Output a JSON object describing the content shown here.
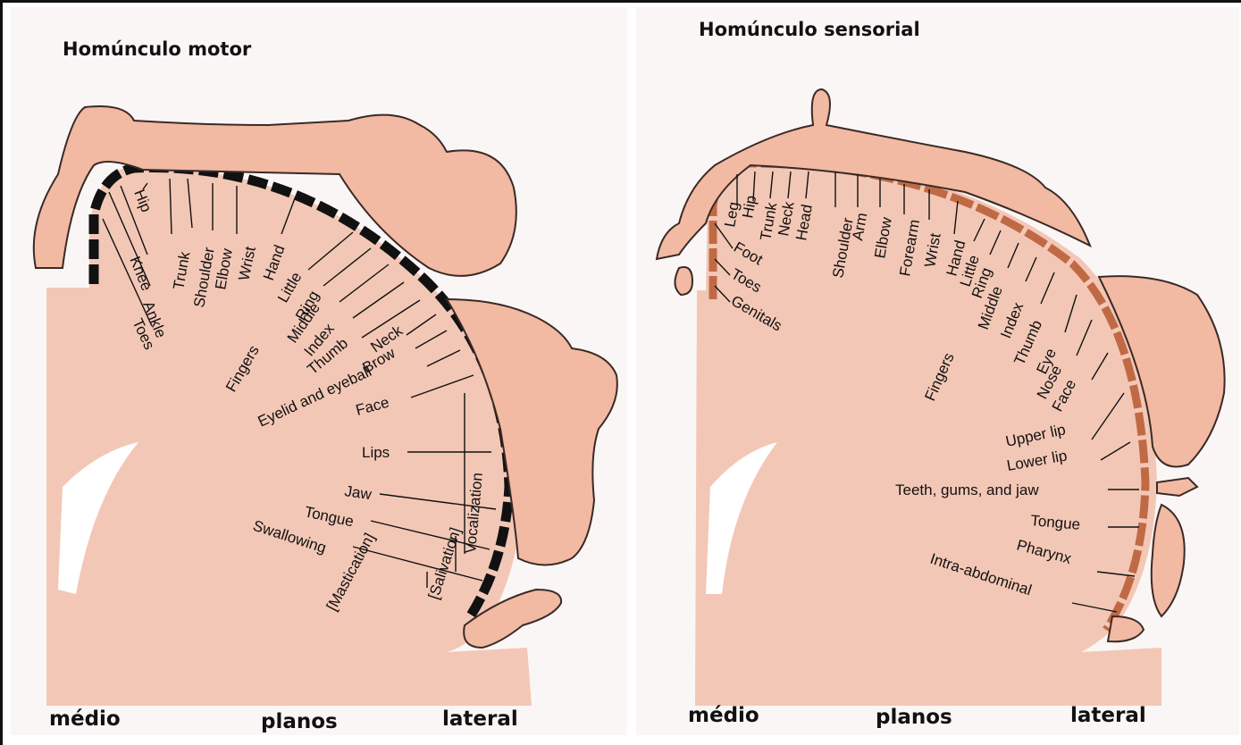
{
  "motor": {
    "title": "Homúnculo motor",
    "labels": [
      "Toes",
      "Ankle",
      "Knee",
      "Hip",
      "Trunk",
      "Shoulder",
      "Elbow",
      "Wrist",
      "Hand",
      "Little",
      "Ring",
      "Middle",
      "Index",
      "Thumb",
      "Fingers",
      "Neck",
      "Brow",
      "Eyelid and eyeball",
      "Face",
      "Lips",
      "Jaw",
      "Tongue",
      "Swallowing",
      "[Mastication]",
      "[Salivation]",
      "Vocalization"
    ],
    "planes": [
      "médio",
      "planos",
      "lateral"
    ]
  },
  "sensory": {
    "title": "Homúnculo sensorial",
    "labels": [
      "Leg",
      "Hip",
      "Trunk",
      "Neck",
      "Head",
      "Shoulder",
      "Arm",
      "Elbow",
      "Forearm",
      "Wrist",
      "Hand",
      "Little",
      "Ring",
      "Middle",
      "Index",
      "Thumb",
      "Fingers",
      "Eye",
      "Nose",
      "Face",
      "Upper lip",
      "Lower lip",
      "Teeth, gums, and jaw",
      "Tongue",
      "Pharynx",
      "Intra-abdominal",
      "Foot",
      "Toes",
      "Genitals"
    ],
    "planes": [
      "médio",
      "planos",
      "lateral"
    ]
  },
  "colors": {
    "brain": "#f3c7b6",
    "figure": "#f2b9a3",
    "outline": "#3a2a25",
    "motor_strip": "#111111",
    "sensory_strip": "#c06a45",
    "bg_panel": "#fbf6f6"
  }
}
